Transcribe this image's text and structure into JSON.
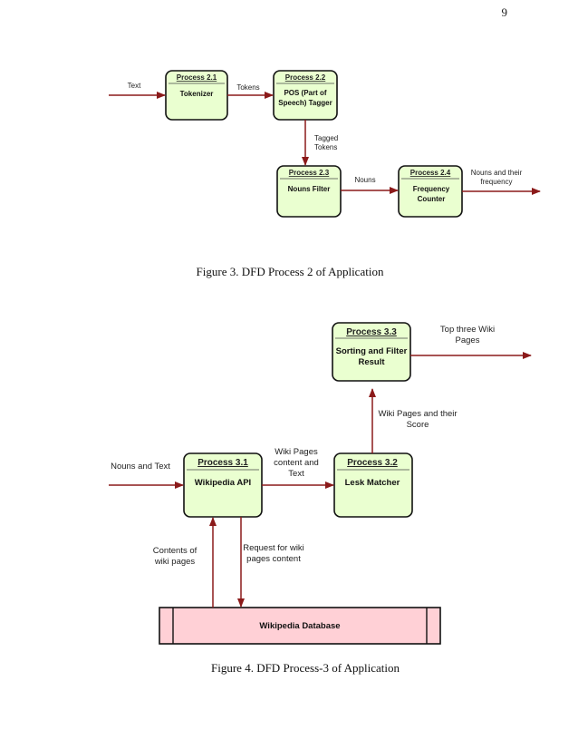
{
  "page_number": "9",
  "figure3": {
    "caption": "Figure 3. DFD Process 2 of Application",
    "processes": [
      {
        "id": "Process 2.1",
        "name": [
          "Tokenizer"
        ]
      },
      {
        "id": "Process 2.2",
        "name": [
          "POS (Part of",
          "Speech) Tagger"
        ]
      },
      {
        "id": "Process 2.3",
        "name": [
          "Nouns Filter"
        ]
      },
      {
        "id": "Process 2.4",
        "name": [
          "Frequency",
          "Counter"
        ]
      }
    ],
    "flows": {
      "input_text": "Text",
      "tokens": "Tokens",
      "tagged_tokens": [
        "Tagged",
        "Tokens"
      ],
      "nouns": "Nouns",
      "output": [
        "Nouns and their",
        "frequency"
      ]
    }
  },
  "figure4": {
    "caption": "Figure 4. DFD Process-3 of Application",
    "processes": [
      {
        "id": "Process 3.1",
        "name": [
          "Wikipedia API"
        ]
      },
      {
        "id": "Process 3.2",
        "name": [
          "Lesk Matcher"
        ]
      },
      {
        "id": "Process 3.3",
        "name": [
          "Sorting and Filter",
          "Result"
        ]
      }
    ],
    "data_store": "Wikipedia Database",
    "flows": {
      "input": "Nouns and Text",
      "api_to_lesk": [
        "Wiki Pages",
        "content and",
        "Text"
      ],
      "lesk_to_sort": [
        "Wiki Pages and their",
        "Score"
      ],
      "output": [
        "Top three Wiki",
        "Pages"
      ],
      "db_to_api": [
        "Contents of",
        "wiki pages"
      ],
      "api_to_db": [
        "Request for wiki",
        "pages content"
      ]
    }
  }
}
